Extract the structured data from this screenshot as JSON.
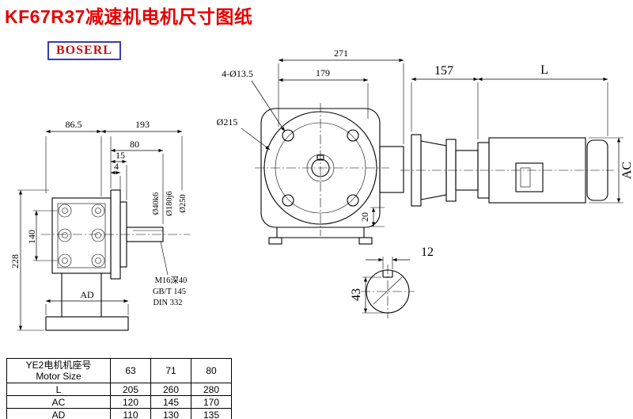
{
  "title": "KF67R37减速机电机尺寸图纸",
  "logo": "BOSERL",
  "front_view": {
    "dim_width_left": "86.5",
    "dim_width_right": "193",
    "dim_shaft_len": "80",
    "dim_spigot": "15",
    "dim_flange_thk": "4",
    "dim_height": "228",
    "dim_bolt_span": "140",
    "dim_ad": "AD",
    "label_shaft_dia": "Ø40k6",
    "label_spigot_dia": "Ø180j6",
    "label_flange_dia": "Ø250",
    "note_thread": "M16深40",
    "note_std_1": "GB/T 145",
    "note_std_2": "DIN 332"
  },
  "flange_view": {
    "dim_total": "271",
    "dim_flange": "179",
    "label_bolt_holes": "4-Ø13.5",
    "label_flange_dia": "Ø215",
    "dim_foot": "20"
  },
  "side_view": {
    "dim_adapter": "157",
    "dim_motor_len": "L",
    "dim_motor_dia": "AC"
  },
  "section_view": {
    "dim_key_width": "12",
    "dim_depth": "43"
  },
  "table": {
    "header_line1": "YE2电机机座号",
    "header_line2": "Motor Size",
    "frame_sizes": [
      "63",
      "71",
      "80"
    ],
    "rows": [
      {
        "label": "L",
        "values": [
          "205",
          "260",
          "280"
        ]
      },
      {
        "label": "AC",
        "values": [
          "120",
          "145",
          "170"
        ]
      },
      {
        "label": "AD",
        "values": [
          "110",
          "130",
          "135"
        ]
      }
    ]
  }
}
